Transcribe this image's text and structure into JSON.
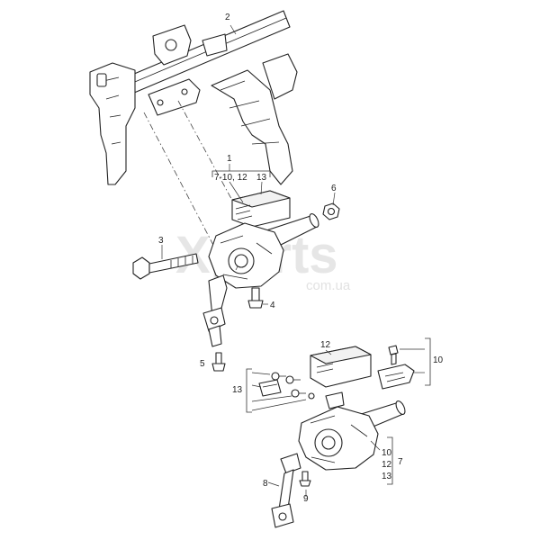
{
  "watermark": {
    "main": "Xparts",
    "sub": "com.ua"
  },
  "callouts": {
    "c1": "1",
    "c1_sub_a": "7-10, 12",
    "c1_sub_b": "13",
    "c2": "2",
    "c3": "3",
    "c4": "4",
    "c5": "5",
    "c6": "6",
    "c7": "7",
    "c7_list": [
      "10",
      "12",
      "13"
    ],
    "c8": "8",
    "c9": "9",
    "c10": "10",
    "c12": "12",
    "c13": "13"
  }
}
